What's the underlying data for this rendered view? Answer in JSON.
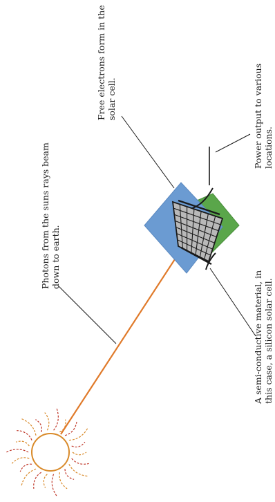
{
  "labels": {
    "photons": [
      "Photons from the suns rays beam",
      "down to earth."
    ],
    "free_electrons": [
      "Free electrons form in the",
      "solar cell."
    ],
    "power_output": [
      "Power output to various",
      "locations."
    ],
    "semi_conductive": [
      "A semi-conductive material, in",
      "this case, a silicon solar cell."
    ]
  },
  "colors": {
    "beam": "#e07a2a",
    "sun_outline": "#d98a2a",
    "sun_rays": "#c0392b",
    "panel_blue": "#6b9bd2",
    "panel_green": "#5aa64a",
    "grid_fill": "#b9b9b9",
    "grid_lines": "#1a1a1a",
    "leader_lines": "#1a1a1a"
  },
  "icons": {
    "sun": "sun-icon",
    "solar_cell": "solar-cell-icon"
  }
}
